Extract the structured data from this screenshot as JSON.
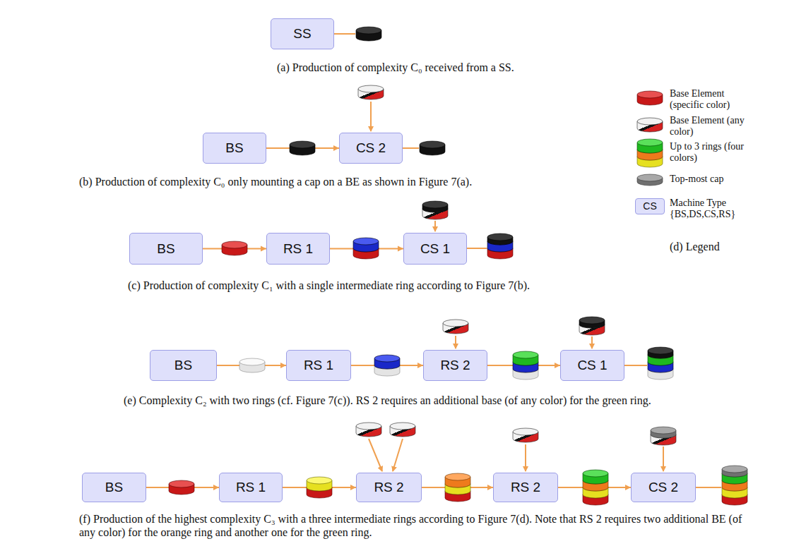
{
  "diagram": {
    "nodes": [
      {
        "text": [
          "SS"
        ]
      },
      {
        "text": [
          "BS"
        ]
      },
      {
        "text": [
          "CS 2"
        ]
      },
      {
        "text": [
          "BS"
        ]
      },
      {
        "text": [
          "RS 1"
        ]
      },
      {
        "text": [
          "CS 1"
        ]
      },
      {
        "text": [
          "BS"
        ]
      },
      {
        "text": [
          "RS 1"
        ]
      },
      {
        "text": [
          "RS 2"
        ]
      },
      {
        "text": [
          "CS 1"
        ]
      },
      {
        "text": [
          "BS"
        ]
      },
      {
        "text": [
          "RS 1"
        ]
      },
      {
        "text": [
          "RS 2"
        ]
      },
      {
        "text": [
          "RS 2"
        ]
      },
      {
        "text": [
          "CS 2"
        ]
      }
    ],
    "edges": [
      {
        "from": 1,
        "to": 2,
        "arrow": "to"
      },
      {
        "from": 3,
        "to": 4,
        "arrow": "to"
      },
      {
        "from": 4,
        "to": 5,
        "arrow": "to"
      },
      {
        "from": 6,
        "to": 7,
        "arrow": "to"
      },
      {
        "from": 7,
        "to": 8,
        "arrow": "to"
      },
      {
        "from": 8,
        "to": 9,
        "arrow": "to"
      },
      {
        "from": 10,
        "to": 11,
        "arrow": "to"
      },
      {
        "from": 11,
        "to": 12,
        "arrow": "to"
      },
      {
        "from": 12,
        "to": 13,
        "arrow": "to"
      },
      {
        "from": 13,
        "to": 14,
        "arrow": "to"
      }
    ],
    "labels": [
      "(a) Production of complexity C₀ received from a SS.",
      "(b) Production of complexity C₀ only mounting a cap on a BE as shown in Figure 7(a).",
      "(c) Production of complexity C₁ with a single intermediate ring according to Figure 7(b).",
      "CS",
      "(d) Legend",
      "(e) Complexity C₂ with two rings (cf. Figure 7(c)). RS 2 requires an additional base (of any color) for the green ring.",
      "(f) Production of the highest complexity C₃ with a three intermediate rings according to Figure 7(d). Note that RS 2 requires two additional BE (of any color) for the orange ring and another one for the green ring."
    ],
    "legend": [
      {
        "text": "Base Element (specific color)"
      },
      {
        "text": "Base Element (any color)"
      },
      {
        "text": "Up to 3 rings (four colors)"
      },
      {
        "text": "Top-most cap"
      },
      {
        "text": "Machine Type {BS,DS,CS,RS}"
      }
    ]
  }
}
